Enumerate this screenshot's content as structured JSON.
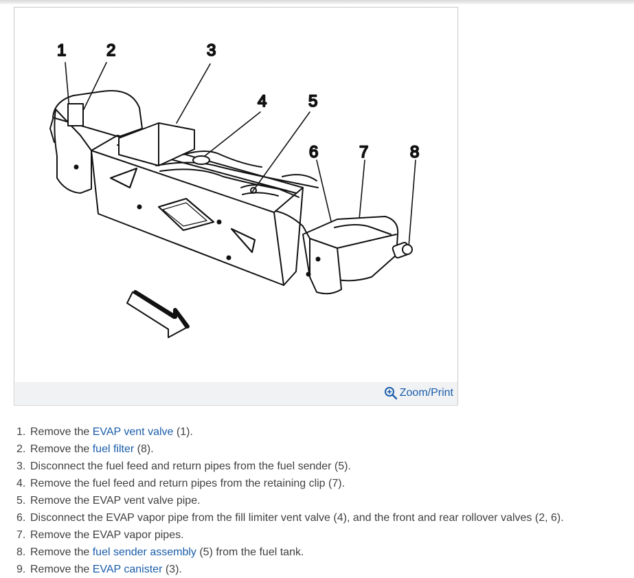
{
  "figure": {
    "callouts": [
      "1",
      "2",
      "3",
      "4",
      "5",
      "6",
      "7",
      "8"
    ],
    "zoom_label": "Zoom/Print",
    "zoom_icon": "zoom-in-icon"
  },
  "steps": [
    {
      "num": "1.",
      "pre": "Remove the ",
      "link": "EVAP vent valve",
      "post": " (1)."
    },
    {
      "num": "2.",
      "pre": "Remove the ",
      "link": "fuel filter",
      "post": " (8)."
    },
    {
      "num": "3.",
      "pre": "Disconnect the fuel feed and return pipes from the fuel sender (5).",
      "link": "",
      "post": ""
    },
    {
      "num": "4.",
      "pre": "Remove the fuel feed and return pipes from the retaining clip (7).",
      "link": "",
      "post": ""
    },
    {
      "num": "5.",
      "pre": "Remove the EVAP vent valve pipe.",
      "link": "",
      "post": ""
    },
    {
      "num": "6.",
      "pre": "Disconnect the EVAP vapor pipe from the fill limiter vent valve (4), and the front and rear rollover valves (2, 6).",
      "link": "",
      "post": ""
    },
    {
      "num": "7.",
      "pre": "Remove the EVAP vapor pipes.",
      "link": "",
      "post": ""
    },
    {
      "num": "8.",
      "pre": "Remove the ",
      "link": "fuel sender assembly",
      "post": " (5) from the fuel tank."
    },
    {
      "num": "9.",
      "pre": "Remove the ",
      "link": "EVAP canister",
      "post": " (3)."
    }
  ]
}
